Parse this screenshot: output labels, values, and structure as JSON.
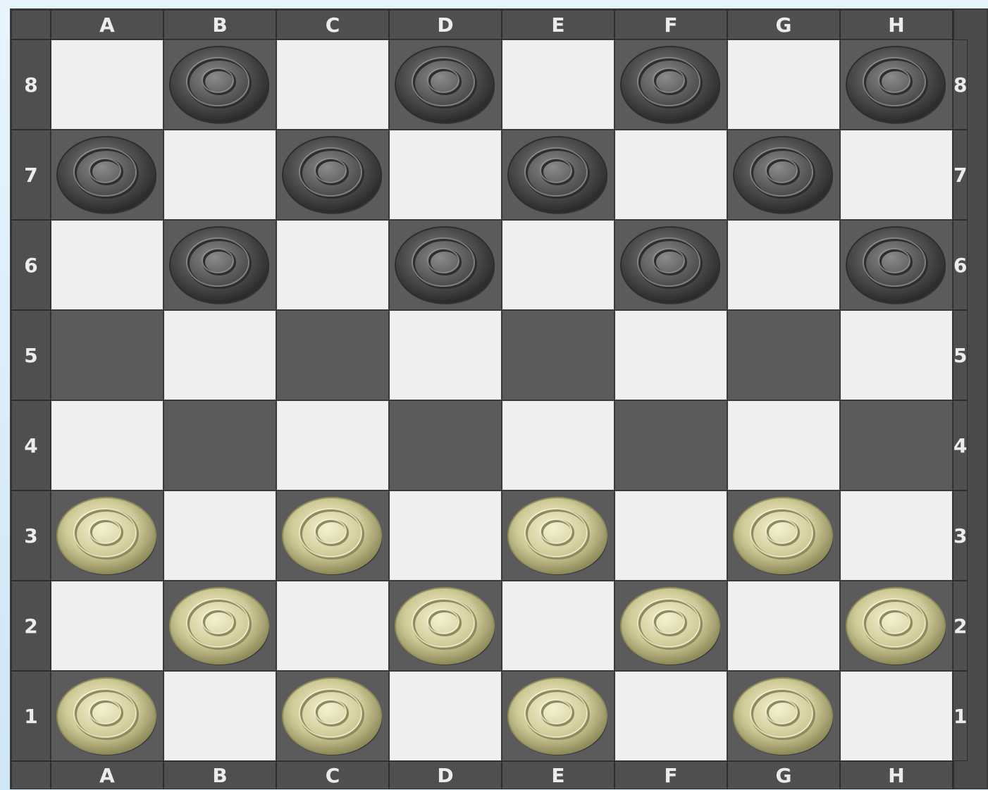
{
  "board": {
    "files": [
      "A",
      "B",
      "C",
      "D",
      "E",
      "F",
      "G",
      "H"
    ],
    "ranks": [
      "8",
      "7",
      "6",
      "5",
      "4",
      "3",
      "2",
      "1"
    ],
    "colors": {
      "light": "#efefef",
      "dark": "#5b5b5b",
      "frame": "#4f4f4f",
      "label": "#ececec"
    },
    "pieces": [
      {
        "square": "B8",
        "color": "dark"
      },
      {
        "square": "D8",
        "color": "dark"
      },
      {
        "square": "F8",
        "color": "dark"
      },
      {
        "square": "H8",
        "color": "dark"
      },
      {
        "square": "A7",
        "color": "dark"
      },
      {
        "square": "C7",
        "color": "dark"
      },
      {
        "square": "E7",
        "color": "dark"
      },
      {
        "square": "G7",
        "color": "dark"
      },
      {
        "square": "B6",
        "color": "dark"
      },
      {
        "square": "D6",
        "color": "dark"
      },
      {
        "square": "F6",
        "color": "dark"
      },
      {
        "square": "H6",
        "color": "dark"
      },
      {
        "square": "A3",
        "color": "light"
      },
      {
        "square": "C3",
        "color": "light"
      },
      {
        "square": "E3",
        "color": "light"
      },
      {
        "square": "G3",
        "color": "light"
      },
      {
        "square": "B2",
        "color": "light"
      },
      {
        "square": "D2",
        "color": "light"
      },
      {
        "square": "F2",
        "color": "light"
      },
      {
        "square": "H2",
        "color": "light"
      },
      {
        "square": "A1",
        "color": "light"
      },
      {
        "square": "C1",
        "color": "light"
      },
      {
        "square": "E1",
        "color": "light"
      },
      {
        "square": "G1",
        "color": "light"
      }
    ]
  }
}
